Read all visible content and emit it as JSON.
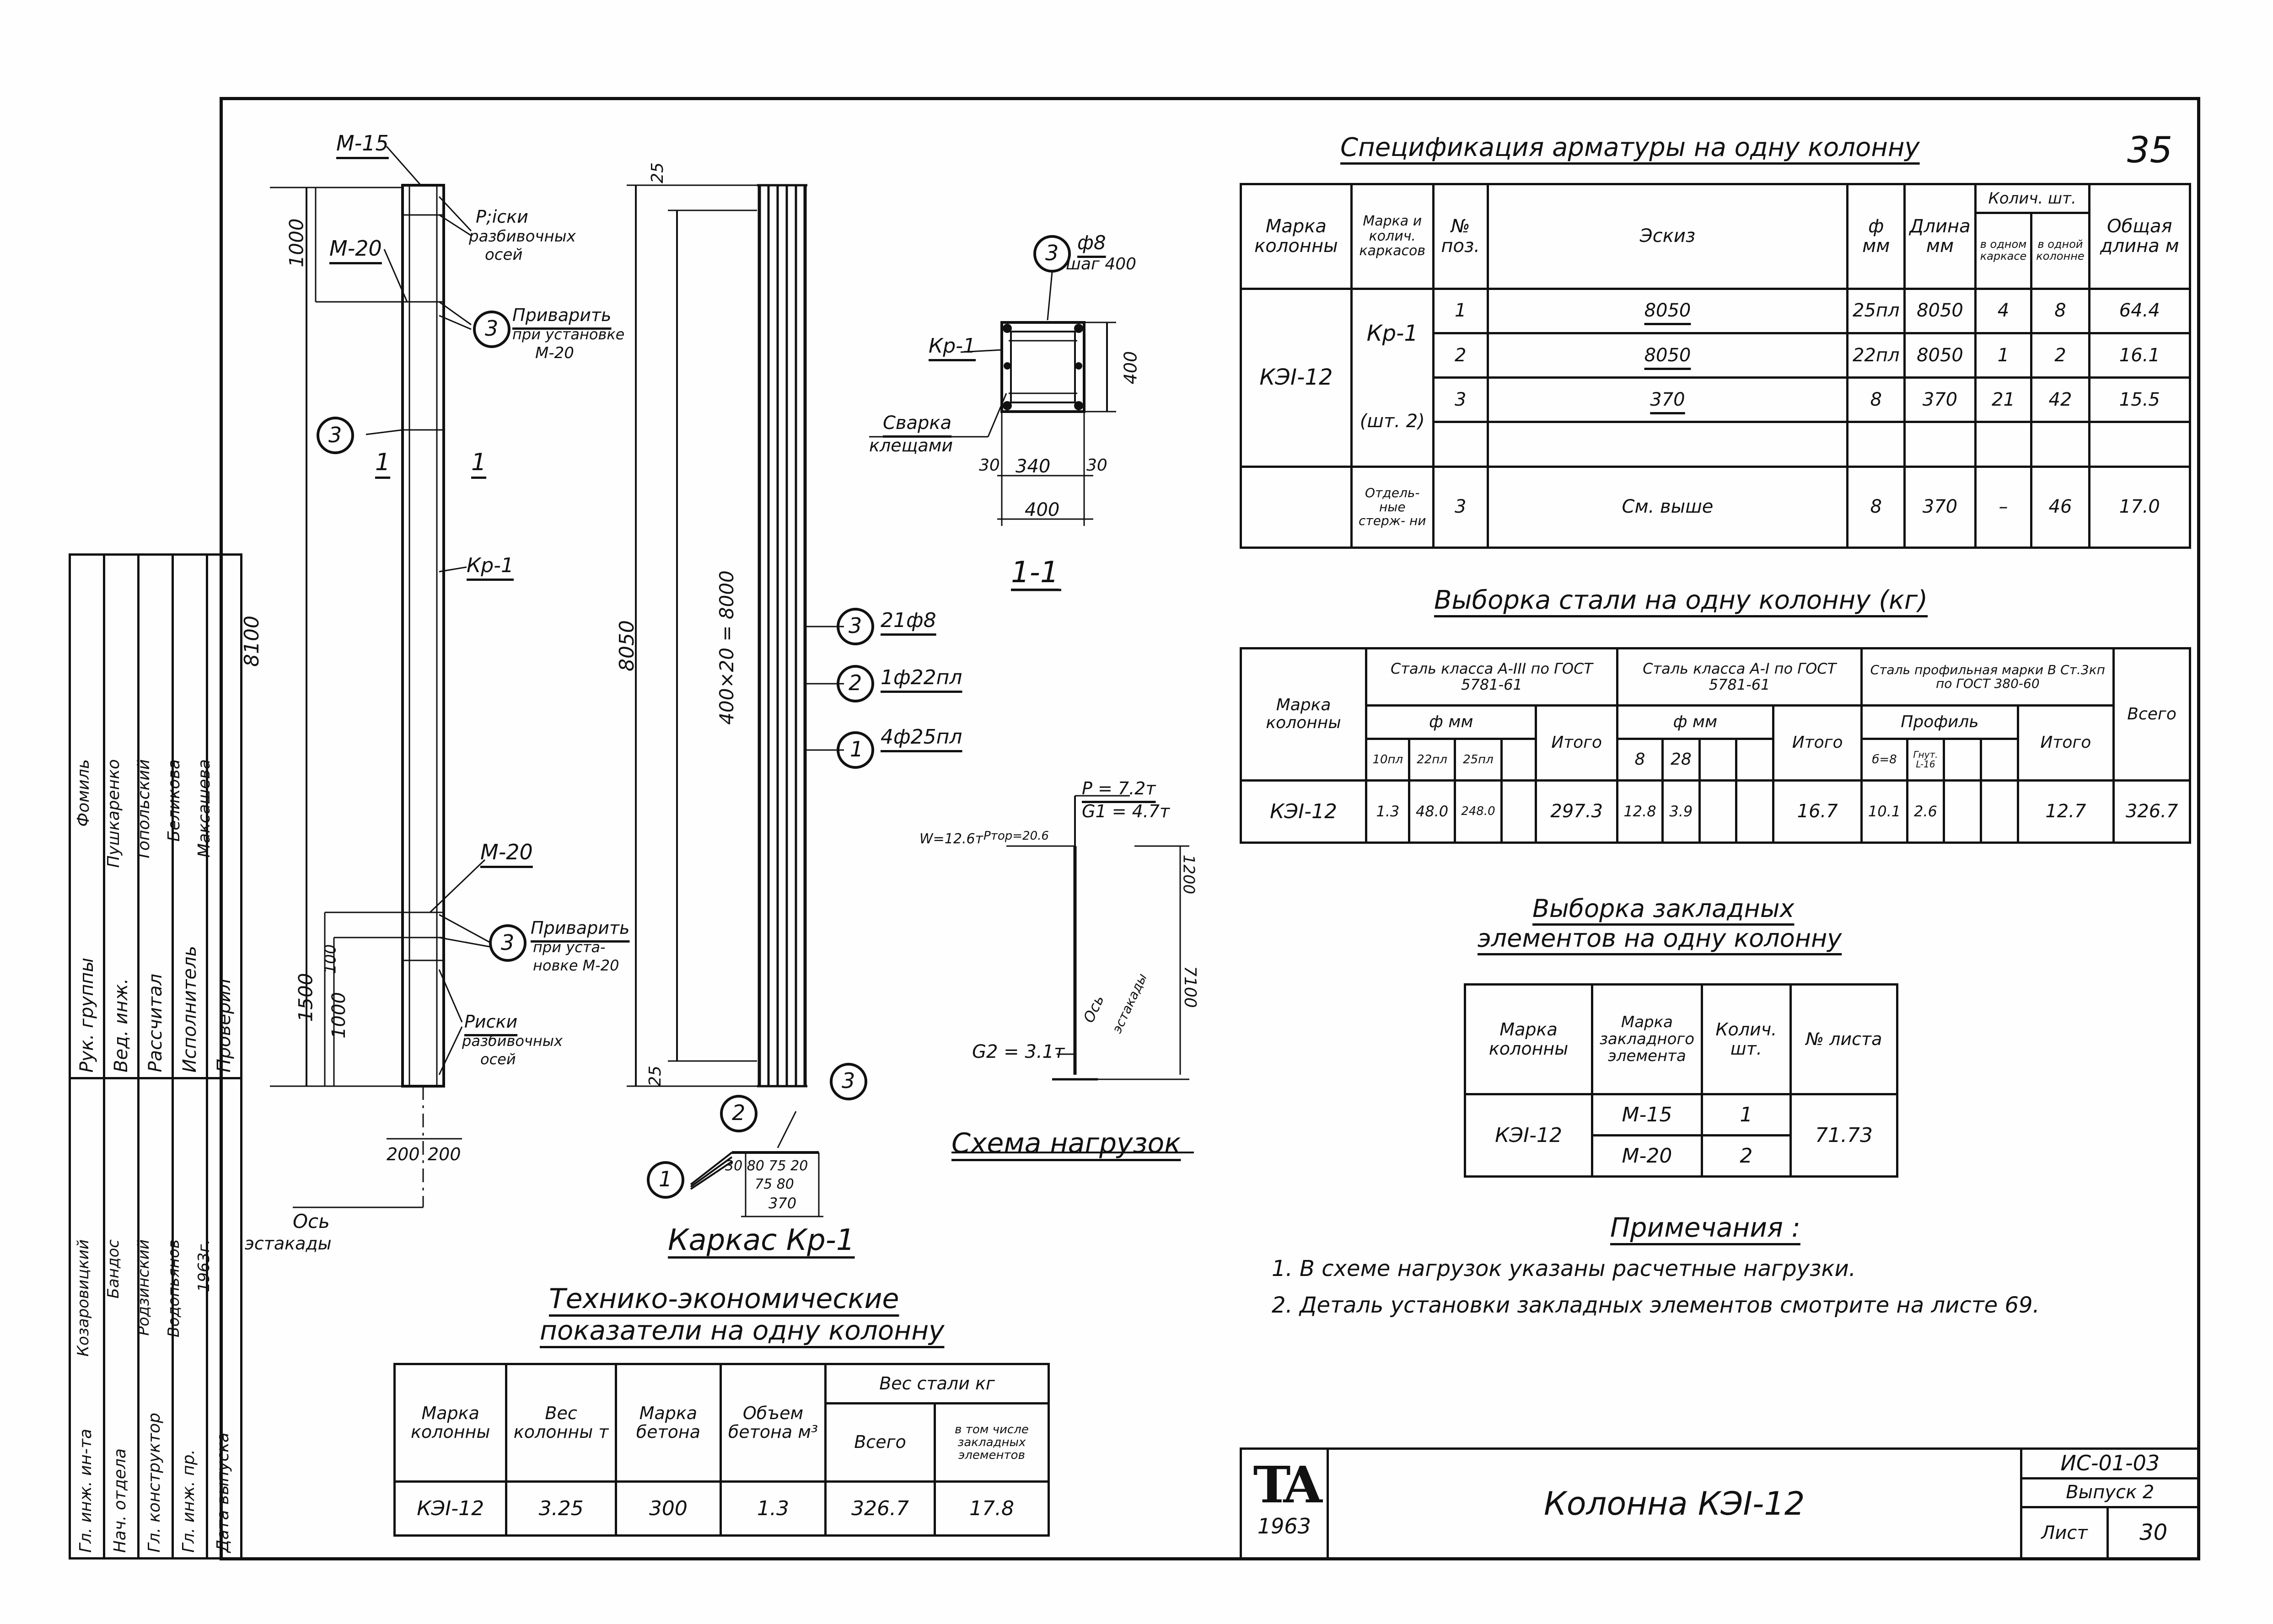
{
  "page_number": "35",
  "drawing": {
    "col_labels": {
      "m15": "М-15",
      "m20_top": "М-20",
      "m20_bottom": "М-20",
      "risks_top": "Р;іски",
      "risks_top_2": "разбивочных",
      "risks_top_3": "осей",
      "weld_top": "Приварить",
      "weld_top_2": "при установке",
      "weld_top_3": "М-20",
      "weld_bottom": "Приварить",
      "weld_bottom_2": "при уста-",
      "weld_bottom_3": "новке М-20",
      "risks_bottom": "Риски",
      "risks_bottom_2": "разбивочных",
      "risks_bottom_3": "осей",
      "section_mark_left": "1",
      "section_mark_right": "1",
      "kr1": "Кр-1",
      "dim_1000_top": "1000",
      "dim_8100": "8100",
      "dim_1500": "1500",
      "dim_100": "100",
      "dim_1000_bottom": "1000",
      "dim_200_left": "200",
      "dim_200_right": "200",
      "axis_1": "Ось",
      "axis_2": "эстакады",
      "callout_3": "3"
    },
    "frame_labels": {
      "dim_25_top": "25",
      "dim_8050": "8050",
      "dim_400x20": "400×20 = 8000",
      "dim_25_bottom": "25",
      "pos3": "3",
      "pos2": "2",
      "pos1": "1",
      "bar3": "21ф8",
      "bar2": "1ф22пл",
      "bar1": "4ф25пл",
      "caption": "Каркас Кр-1",
      "detail_dims": "30 80 75 20",
      "detail_dims_2": "75 80",
      "detail_dims_3": "370"
    },
    "section": {
      "callout": "3",
      "bar": "ф8",
      "pitch": "шаг 400",
      "kr1": "Кр-1",
      "weld": "Сварка",
      "weld_2": "клещами",
      "dim_400_v": "400",
      "dim_30_left": "30",
      "dim_340": "340",
      "dim_30_right": "30",
      "dim_400": "400",
      "title": "1-1"
    },
    "loads": {
      "w": "W=12.6т",
      "p_top": "Pтор=20.6",
      "p": "P = 7.2т",
      "g1": "G1 = 4.7т",
      "dim_1200": "1200",
      "dim_7100": "7100",
      "g2": "G2 = 3.1т",
      "axis": "Ось",
      "axis_2": "эстакады",
      "caption": "Схема нагрузок"
    }
  },
  "spec": {
    "title": "Спецификация арматуры на одну колонну",
    "headers": {
      "col_mark": "Марка колонны",
      "frame_mark": "Марка и колич. каркасов",
      "pos": "№ поз.",
      "sketch": "Эскиз",
      "d": "ф мм",
      "len": "Длина мм",
      "qty": "Колич. шт.",
      "qty_frame": "в одном каркасе",
      "qty_col": "в одной колонне",
      "total_len": "Общая длина м"
    },
    "column": "КЭI-12",
    "frame": "Кр-1",
    "frame_qty": "(шт. 2)",
    "rows": [
      {
        "pos": "1",
        "sketch": "8050",
        "d": "25пл",
        "len": "8050",
        "q1": "4",
        "q2": "8",
        "total": "64.4"
      },
      {
        "pos": "2",
        "sketch": "8050",
        "d": "22пл",
        "len": "8050",
        "q1": "1",
        "q2": "2",
        "total": "16.1"
      },
      {
        "pos": "3",
        "sketch": "370",
        "d": "8",
        "len": "370",
        "q1": "21",
        "q2": "42",
        "total": "15.5"
      }
    ],
    "separate": {
      "label": "Отдель- ные стерж- ни",
      "pos": "3",
      "sketch": "См. выше",
      "d": "8",
      "len": "370",
      "q1": "–",
      "q2": "46",
      "total": "17.0"
    }
  },
  "steel": {
    "title": "Выборка стали на одну колонну (кг)",
    "headers": {
      "col_mark": "Марка колонны",
      "a3": "Сталь класса А-III по ГОСТ 5781-61",
      "a1": "Сталь класса А-I по ГОСТ 5781-61",
      "prof": "Сталь профильная марки В Ст.3кп по ГОСТ 380-60",
      "phi": "ф мм",
      "phi2": "ф мм",
      "profile": "Профиль",
      "itogo1": "Итого",
      "itogo2": "Итого",
      "itogo3": "Итого",
      "total": "Всего",
      "d10": "10пл",
      "d22": "22пл",
      "d25": "25пл",
      "d8": "8",
      "d28": "28",
      "b8": "б=8",
      "l": "Гнут. L-16"
    },
    "row": {
      "mark": "КЭI-12",
      "d10": "1.3",
      "d22": "48.0",
      "d25": "248.0",
      "itogo1": "297.3",
      "d8": "12.8",
      "d28": "3.9",
      "itogo2": "16.7",
      "b8": "10.1",
      "l": "2.6",
      "itogo3": "12.7",
      "total": "326.7"
    }
  },
  "embed": {
    "title": "Выборка закладных",
    "title_2": "элементов на одну колонну",
    "headers": {
      "col_mark": "Марка колонны",
      "el_mark": "Марка закладного элемента",
      "qty": "Колич. шт.",
      "sheet": "№ листа"
    },
    "column": "КЭI-12",
    "rows": [
      {
        "mark": "М-15",
        "qty": "1"
      },
      {
        "mark": "М-20",
        "qty": "2"
      }
    ],
    "sheets": "71.73"
  },
  "notes": {
    "title": "Примечания :",
    "items": [
      "1. В схеме нагрузок указаны расчетные нагрузки.",
      "2. Деталь установки закладных элементов смотрите на листе 69."
    ]
  },
  "tech": {
    "title": "Технико-экономические",
    "title_2": "показатели на одну колонну",
    "headers": {
      "col_mark": "Марка колонны",
      "weight": "Вес колонны т",
      "concrete": "Марка бетона",
      "volume": "Объем бетона м³",
      "steel": "Вес стали кг",
      "total": "Всего",
      "embedded": "в том числе закладных элементов"
    },
    "row": {
      "mark": "КЭI-12",
      "weight": "3.25",
      "concrete": "300",
      "volume": "1.3",
      "total": "326.7",
      "embedded": "17.8"
    }
  },
  "title_block": {
    "logo": "ТА",
    "year": "1963",
    "title": "Колонна КЭI-12",
    "code": "ИС-01-03",
    "issue": "Выпуск 2",
    "sheet_label": "Лист",
    "sheet": "30"
  },
  "sidebar": {
    "roles": [
      "Гл. инж. ин-та",
      "Нач. отдела",
      "Гл. конструктор",
      "Гл. инж. пр.",
      "Дата выпуска",
      "Рук. группы",
      "Вед. инж.",
      "Рассчитал",
      "Исполнитель",
      "Проверил"
    ],
    "names": [
      "Козаровицкий",
      "Бандос",
      "Родзинский",
      "Водопьянов",
      "1963г.",
      "Фомиль",
      "Пушкаренко",
      "Топольский",
      "Беликова",
      "Максашева"
    ]
  }
}
